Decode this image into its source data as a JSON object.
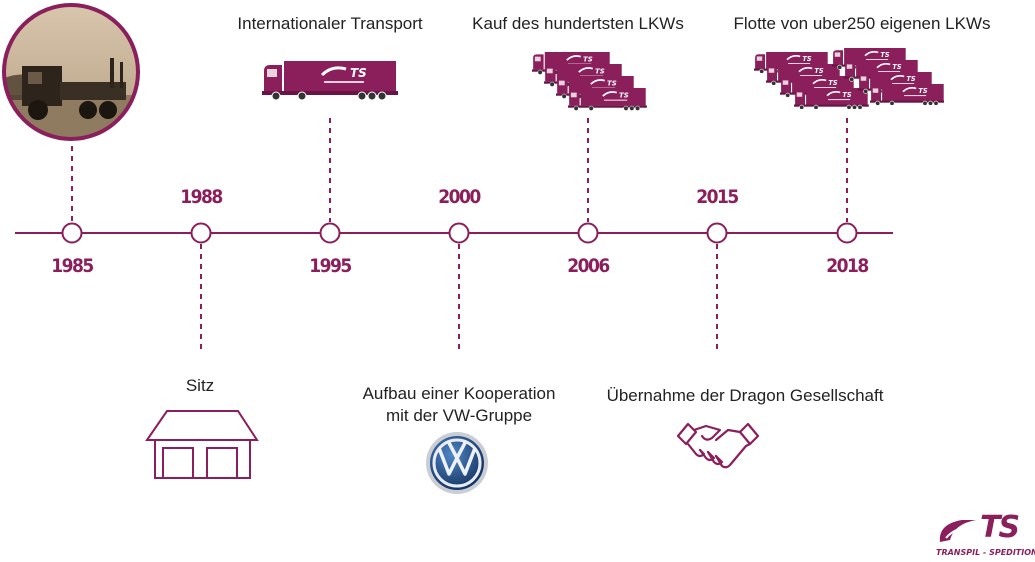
{
  "colors": {
    "accent": "#8a1f5c",
    "text": "#222222"
  },
  "years": {
    "y1985": "1985",
    "y1988": "1988",
    "y1995": "1995",
    "y2000": "2000",
    "y2006": "2006",
    "y2015": "2015",
    "y2018": "2018"
  },
  "events": {
    "e1995": "Internationaler Transport",
    "e2006": "Kauf des hundertsten LKWs",
    "e2018": "Flotte von uber250 eigenen LKWs",
    "e1988": "Sitz",
    "e2000_line1": "Aufbau einer Kooperation",
    "e2000_line2": "mit der VW-Gruppe",
    "e2015": "Übernahme der Dragon Gesellschaft"
  },
  "truck_brand": "TS",
  "logo": {
    "mark": "TS",
    "subtitle": "TRANSPIL - SPEDITION"
  },
  "icons": {
    "photo": "vintage-truck-photo",
    "house": "building-icon",
    "vw": "vw-logo",
    "handshake": "handshake-icon",
    "truck": "truck-icon"
  }
}
